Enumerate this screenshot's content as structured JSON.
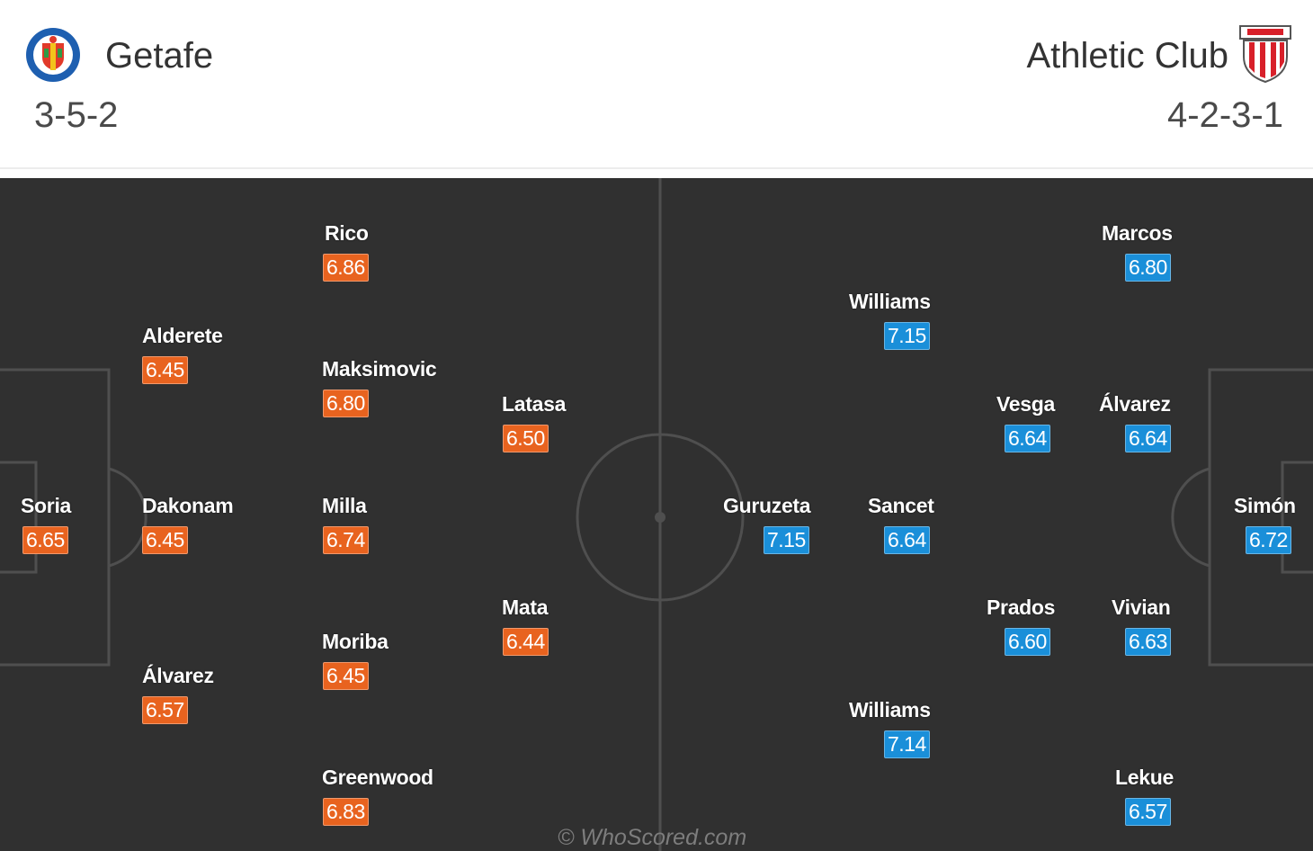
{
  "home": {
    "name": "Getafe",
    "formation": "3-5-2",
    "crest_icon": "getafe-crest-icon",
    "rating_color": "#e8631f",
    "players": [
      {
        "name": "Rico",
        "rating": "6.86"
      },
      {
        "name": "Alderete",
        "rating": "6.45"
      },
      {
        "name": "Maksimovic",
        "rating": "6.80"
      },
      {
        "name": "Latasa",
        "rating": "6.50"
      },
      {
        "name": "Soria",
        "rating": "6.65"
      },
      {
        "name": "Dakonam",
        "rating": "6.45"
      },
      {
        "name": "Milla",
        "rating": "6.74"
      },
      {
        "name": "Mata",
        "rating": "6.44"
      },
      {
        "name": "Moriba",
        "rating": "6.45"
      },
      {
        "name": "Álvarez",
        "rating": "6.57"
      },
      {
        "name": "Greenwood",
        "rating": "6.83"
      }
    ]
  },
  "away": {
    "name": "Athletic Club",
    "formation": "4-2-3-1",
    "crest_icon": "athletic-club-crest-icon",
    "rating_color": "#1a8fd9",
    "players": [
      {
        "name": "Marcos",
        "rating": "6.80"
      },
      {
        "name": "Williams",
        "rating": "7.15"
      },
      {
        "name": "Vesga",
        "rating": "6.64"
      },
      {
        "name": "Álvarez",
        "rating": "6.64"
      },
      {
        "name": "Guruzeta",
        "rating": "7.15"
      },
      {
        "name": "Sancet",
        "rating": "6.64"
      },
      {
        "name": "Simón",
        "rating": "6.72"
      },
      {
        "name": "Prados",
        "rating": "6.60"
      },
      {
        "name": "Vivian",
        "rating": "6.63"
      },
      {
        "name": "Williams",
        "rating": "7.14"
      },
      {
        "name": "Lekue",
        "rating": "6.57"
      }
    ]
  },
  "pitch_color": "#303030",
  "watermark": "© WhoScored.com"
}
